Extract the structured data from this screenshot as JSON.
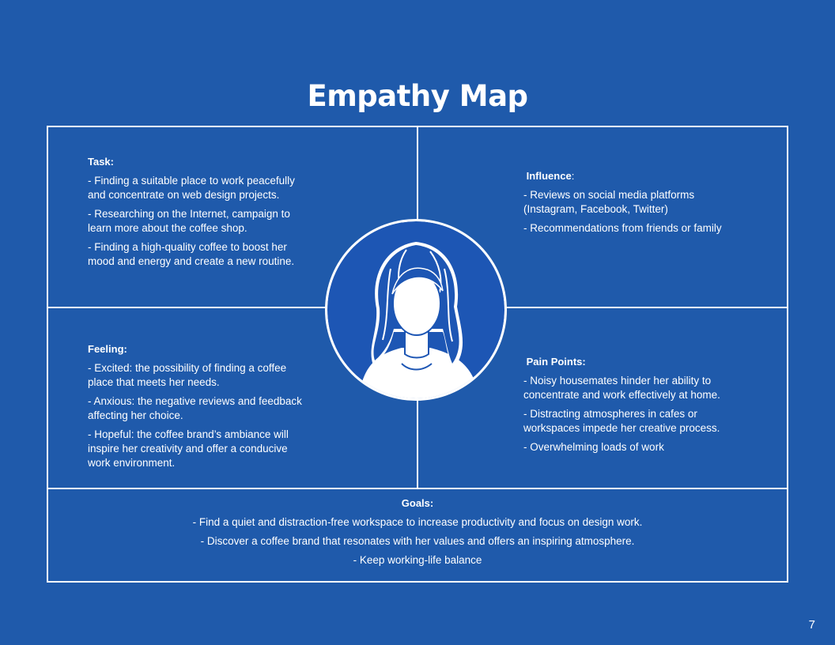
{
  "title": "Empathy Map",
  "task": {
    "heading": "Task:",
    "items": [
      " - Finding a suitable place to work peacefully and concentrate on web design projects.",
      " - Researching on the Internet, campaign to learn more about the coffee shop.",
      "-  Finding a high-quality coffee to boost her mood and energy and create a new routine."
    ]
  },
  "influence": {
    "heading": "Influence",
    "items": [
      "- Reviews on social media platforms (Instagram, Facebook, Twitter)",
      "- Recommendations from friends or family"
    ]
  },
  "feeling": {
    "heading": "Feeling:",
    "items": [
      "- Excited: the possibility of finding a coffee place that meets her needs.",
      "- Anxious: the negative reviews and feedback affecting her choice.",
      "- Hopeful: the coffee brand’s ambiance will inspire her creativity and offer a conducive work environment."
    ]
  },
  "pain_points": {
    "heading": "Pain Points:",
    "items": [
      "- Noisy housemates hinder her ability to concentrate and work effectively at home.",
      "- Distracting atmospheres in cafes or workspaces impede her creative process.",
      "- Overwhelming loads of work"
    ]
  },
  "goals": {
    "heading": "Goals:",
    "items": [
      "- Find a quiet and distraction-free workspace to increase productivity and focus on design work.",
      "- Discover a coffee brand that resonates with her values and offers an inspiring atmosphere.",
      "- Keep working-life balance"
    ]
  },
  "page_number": "7",
  "colors": {
    "background": "#1f5aab",
    "avatar_blue": "#1d56b4",
    "lines": "#ffffff"
  },
  "icons": {
    "avatar": "woman-avatar-icon"
  }
}
